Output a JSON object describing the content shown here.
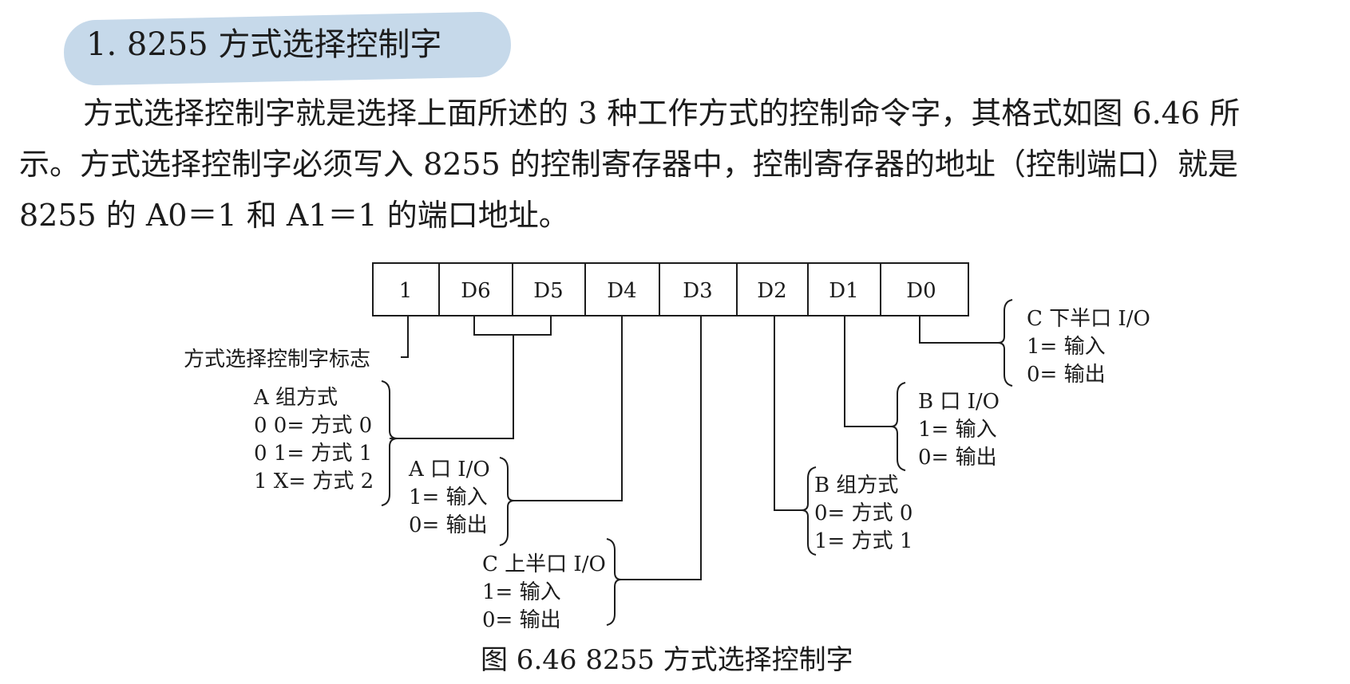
{
  "heading": "1.  8255 方式选择控制字",
  "paragraph": {
    "line1": "方式选择控制字就是选择上面所述的 3 种工作方式的控制命令字，其格式如图 6.46 所",
    "line2": "示。方式选择控制字必须写入 8255 的控制寄存器中，控制寄存器的地址（控制端口）就是",
    "line3": "8255 的 A0＝1 和 A1＝1 的端口地址。"
  },
  "register": {
    "bits": [
      "1",
      "D6",
      "D5",
      "D4",
      "D3",
      "D2",
      "D1",
      "D0"
    ]
  },
  "labels": {
    "flag": "方式选择控制字标志",
    "group_a": [
      "A 组方式",
      "0 0= 方式 0",
      "0 1= 方式 1",
      "1 X= 方式 2"
    ],
    "port_a": [
      "A 口 I/O",
      "1= 输入",
      "0= 输出"
    ],
    "port_c_upper": [
      "C 上半口 I/O",
      "1= 输入",
      "0= 输出"
    ],
    "group_b": [
      "B 组方式",
      "0= 方式 0",
      "1= 方式 1"
    ],
    "port_b": [
      "B 口 I/O",
      "1= 输入",
      "0= 输出"
    ],
    "port_c_lower": [
      "C 下半口 I/O",
      "1= 输入",
      "0= 输出"
    ]
  },
  "caption": "图 6.46    8255 方式选择控制字"
}
